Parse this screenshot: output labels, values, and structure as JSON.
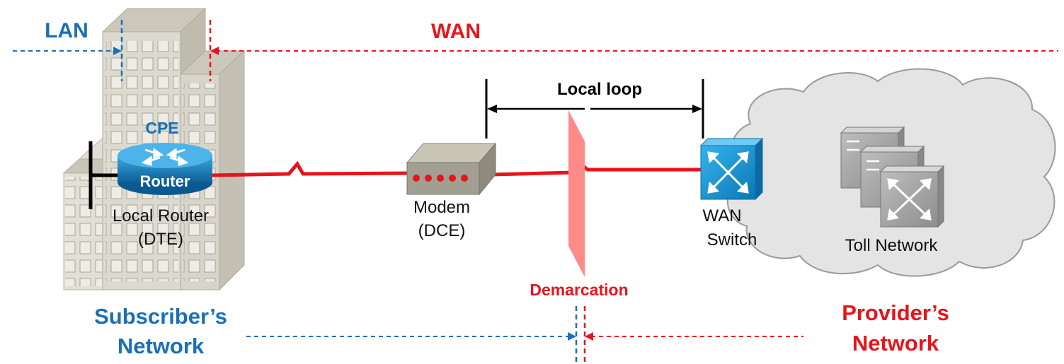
{
  "labels": {
    "lan": "LAN",
    "wan": "WAN",
    "local_loop": "Local loop",
    "cpe": "CPE",
    "router_icon_text": "Router",
    "local_router": "Local Router",
    "dte": "(DTE)",
    "modem": "Modem",
    "dce": "(DCE)",
    "demarcation": "Demarcation",
    "wan_switch_line1": "WAN",
    "wan_switch_line2": "Switch",
    "toll_network": "Toll Network",
    "subscriber_line1": "Subscriber’s",
    "subscriber_line2": "Network",
    "provider_line1": "Provider’s",
    "provider_line2": "Network"
  },
  "colors": {
    "lan_blue": "#1a6fb8",
    "wan_red": "#e8141c",
    "demarcation_pink": "#ff8a8a",
    "building": "#d9d6cc",
    "cloud": "#e4e4e4",
    "switch_blue": "#1193d4"
  },
  "icons": [
    "building-icon",
    "router-icon",
    "modem-icon",
    "wan-switch-icon",
    "toll-switch-icon",
    "cloud-icon"
  ]
}
